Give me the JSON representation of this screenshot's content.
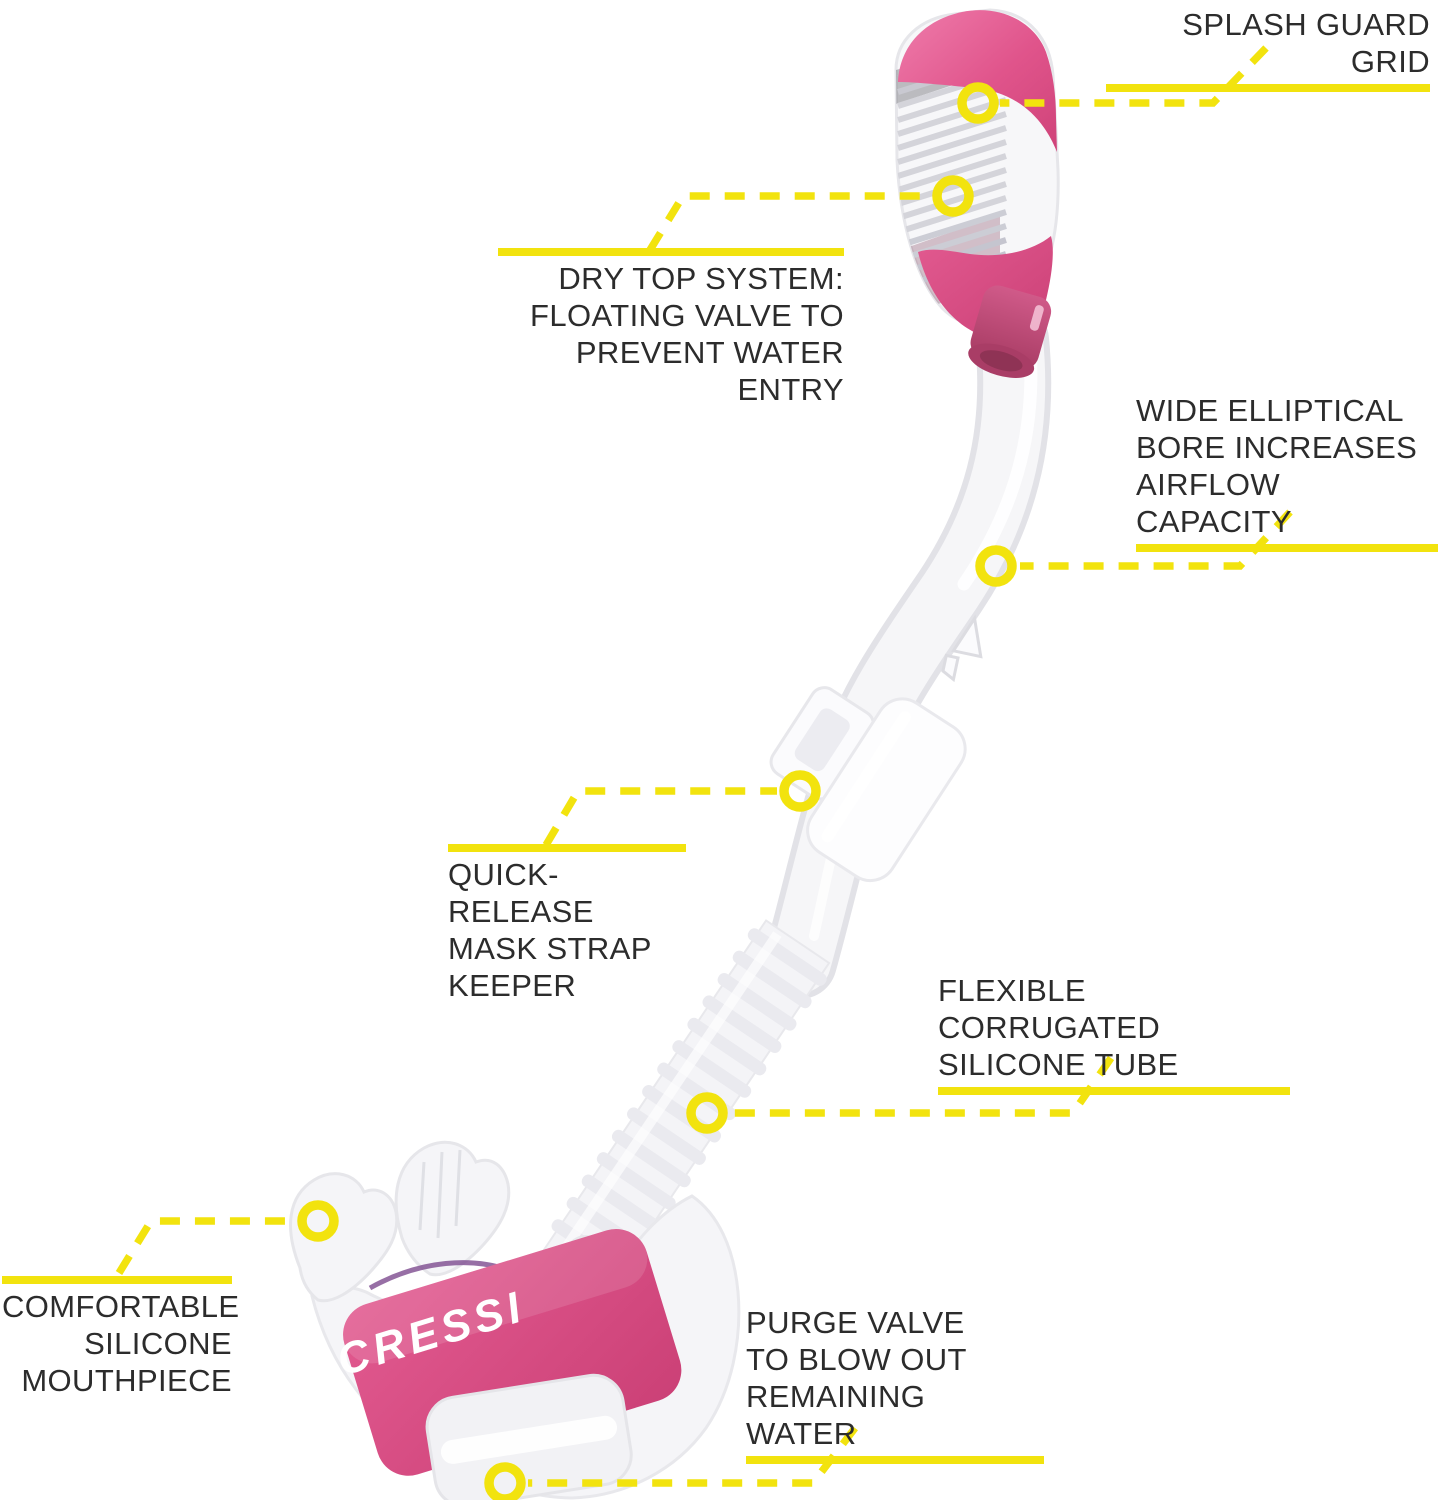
{
  "brand": "CRESSI",
  "colors": {
    "accent_yellow": "#F2E30E",
    "pink": "#E2568D",
    "pink_dark": "#C23F72",
    "label_text": "#2C2C2C"
  },
  "callouts": {
    "splash_guard": {
      "lines": [
        "SPLASH GUARD GRID"
      ]
    },
    "dry_top": {
      "lines": [
        "DRY TOP SYSTEM:",
        "FLOATING VALVE TO",
        "PREVENT WATER ENTRY"
      ]
    },
    "bore": {
      "lines": [
        "WIDE ELLIPTICAL",
        "BORE INCREASES",
        "AIRFLOW CAPACITY"
      ]
    },
    "strap_keeper": {
      "lines": [
        "QUICK-RELEASE",
        "MASK STRAP",
        "KEEPER"
      ]
    },
    "corrugated": {
      "lines": [
        "FLEXIBLE CORRUGATED",
        "SILICONE TUBE"
      ]
    },
    "mouthpiece": {
      "lines": [
        "COMFORTABLE",
        "SILICONE",
        "MOUTHPIECE"
      ]
    },
    "purge": {
      "lines": [
        "PURGE VALVE",
        "TO BLOW OUT",
        "REMAINING WATER"
      ]
    }
  }
}
